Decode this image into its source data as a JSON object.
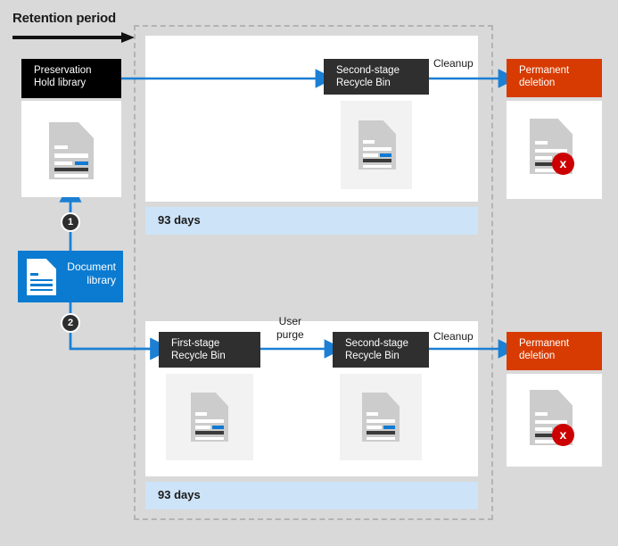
{
  "diagram": {
    "title": "Retention period",
    "boundary_label": "Retention period"
  },
  "header": {
    "retention_label": "Retention period"
  },
  "left_column": {
    "preservation_hold": {
      "label_line1": "Preservation",
      "label_line2": "Hold library",
      "icon": "document-icon"
    },
    "document_library": {
      "label_line1": "Document",
      "label_line2": "library",
      "icon": "document-icon",
      "color": "#0a7bd1"
    },
    "step_markers": [
      {
        "number": "1"
      },
      {
        "number": "2"
      }
    ]
  },
  "flows": {
    "top": {
      "second_stage": {
        "label_line1": "Second-stage",
        "label_line2": "Recycle Bin",
        "icon": "document-icon"
      },
      "cleanup_label": "Cleanup",
      "retention_band": "93 days",
      "permanent_deletion": {
        "label_line1": "Permanent",
        "label_line2": "deletion",
        "icon": "document-deleted-icon",
        "badge": "x",
        "color": "#d83b01"
      }
    },
    "bottom": {
      "first_stage": {
        "label_line1": "First-stage",
        "label_line2": "Recycle Bin",
        "icon": "document-icon"
      },
      "user_purge_label_line1": "User",
      "user_purge_label_line2": "purge",
      "second_stage": {
        "label_line1": "Second-stage",
        "label_line2": "Recycle Bin",
        "icon": "document-icon"
      },
      "cleanup_label": "Cleanup",
      "retention_band": "93 days",
      "permanent_deletion": {
        "label_line1": "Permanent",
        "label_line2": "deletion",
        "icon": "document-deleted-icon",
        "badge": "x",
        "color": "#d83b01"
      }
    }
  },
  "colors": {
    "background": "#d9d9d9",
    "panel": "#ffffff",
    "accent_blue": "#0a7bd1",
    "orange": "#d83b01",
    "dark_chip": "#2f2f2f",
    "black_chip": "#000000",
    "band_blue": "#cde3f7",
    "badge_red": "#cc0000"
  }
}
